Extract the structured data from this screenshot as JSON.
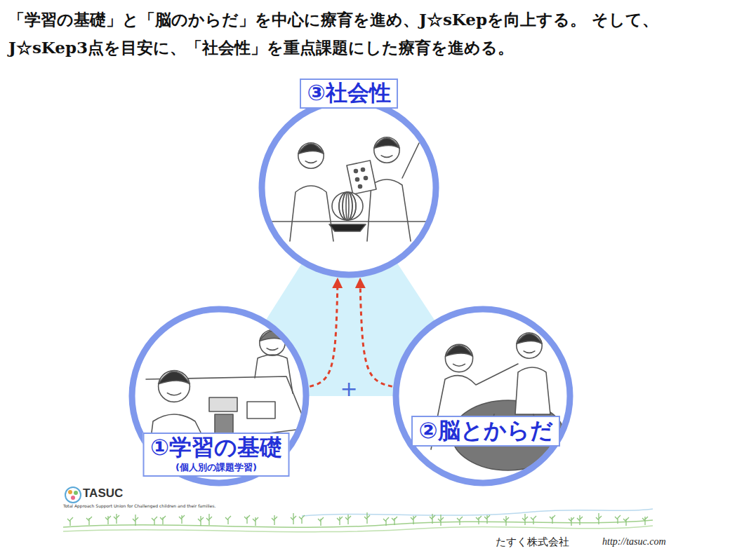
{
  "diagram": {
    "title": "「学習の基礎」と「脳のからだ」を中心に療育を進め、J☆sKepを向上する。 そして、J☆sKep3点を目安に、「社会性」を重点課題にした療育を進める。",
    "nodes": [
      {
        "text": [
          "③社会性"
        ]
      },
      {
        "text": [
          "①学習の基礎",
          "(個人別の課題学習)"
        ]
      },
      {
        "text": [
          "②脳とからだ"
        ]
      }
    ],
    "edges": [
      {
        "from": 1,
        "to": 0,
        "arrow": "to"
      },
      {
        "from": 2,
        "to": 0,
        "arrow": "to"
      }
    ],
    "labels": [
      "+",
      "TASUC",
      "Total Approach Support Union for Challenged children and their families.",
      "たすく株式会社",
      "http://tasuc.com"
    ]
  }
}
